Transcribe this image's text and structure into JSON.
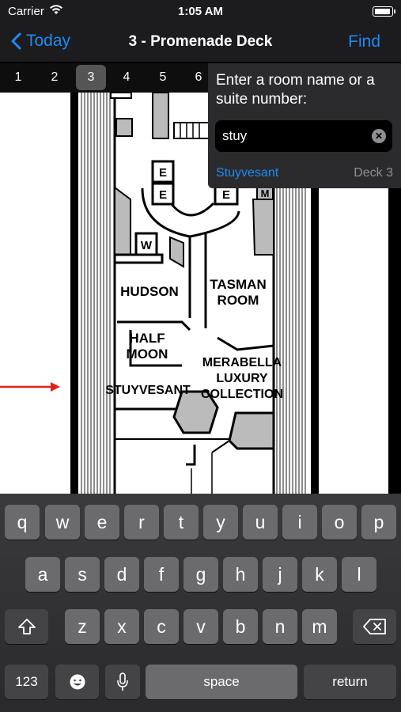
{
  "status_bar": {
    "carrier": "Carrier",
    "time": "1:05 AM"
  },
  "nav": {
    "back_label": "Today",
    "title": "3 - Promenade Deck",
    "find_label": "Find"
  },
  "deck_tabs": [
    "1",
    "2",
    "3",
    "4",
    "5",
    "6"
  ],
  "active_deck": "3",
  "plan_labels": {
    "e1": "E",
    "e2": "E",
    "e3": "E",
    "m": "M",
    "w": "W",
    "hudson": "HUDSON",
    "tasman_1": "TASMAN",
    "tasman_2": "ROOM",
    "half_moon_1": "HALF",
    "half_moon_2": "MOON",
    "stuyvesant": "STUYVESANT",
    "merabella_1": "MERABELLA",
    "merabella_2": "LUXURY",
    "merabella_3": "COLLECTION"
  },
  "search": {
    "prompt": "Enter a room name or a suite number:",
    "value": "stuy",
    "result_name": "Stuyvesant",
    "result_deck": "Deck 3"
  },
  "keyboard": {
    "row1": [
      "q",
      "w",
      "e",
      "r",
      "t",
      "y",
      "u",
      "i",
      "o",
      "p"
    ],
    "row2": [
      "a",
      "s",
      "d",
      "f",
      "g",
      "h",
      "j",
      "k",
      "l"
    ],
    "row3": [
      "z",
      "x",
      "c",
      "v",
      "b",
      "n",
      "m"
    ],
    "numbers_label": "123",
    "space_label": "space",
    "return_label": "return"
  },
  "colors": {
    "accent": "#1e8bf5",
    "pointer": "#e0201c"
  }
}
